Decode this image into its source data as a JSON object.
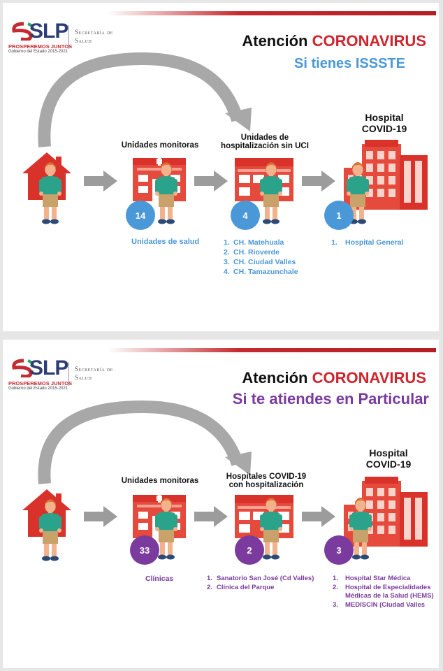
{
  "brand": {
    "logo_text": "SLP",
    "motto": "PROSPEREMOS JUNTOS",
    "government": "Gobierno del Estado 2015-2021",
    "department": "Secretaría de Salud"
  },
  "colors": {
    "red": "#d0242d",
    "blue": "#4a98d8",
    "purple": "#7a3a9e",
    "arrow_gray": "#9c9c9c"
  },
  "panels": [
    {
      "title_prefix": "Atención",
      "title_accent": "CORONAVIRUS",
      "subtitle": "Si tienes ISSSTE",
      "accent_color": "#4a98d8",
      "col1_label": "Unidades monitoras",
      "col1_count": "14",
      "col1_caption": "Unidades de salud",
      "col2_label": "Unidades de hospitalización sin UCI",
      "col2_label_line1": "Unidades de",
      "col2_label_line2": "hospitalización sin UCI",
      "col2_count": "4",
      "col2_items": [
        "CH. Matehuala",
        "CH. Rioverde",
        "CH. Ciudad Valles",
        "CH. Tamazunchale"
      ],
      "col3_label_line1": "Hospital",
      "col3_label_line2": "COVID-19",
      "col3_count": "1",
      "col3_items": [
        "Hospital General"
      ]
    },
    {
      "title_prefix": "Atención",
      "title_accent": "CORONAVIRUS",
      "subtitle": "Si te atiendes en Particular",
      "accent_color": "#7a3a9e",
      "col1_label": "Unidades monitoras",
      "col1_count": "33",
      "col1_caption": "Clínicas",
      "col2_label_line1": "Hospitales COVID-19",
      "col2_label_line2": "con hospitalización",
      "col2_count": "2",
      "col2_items": [
        "Sanatorio  San José (Cd Valles)",
        "Clínica del Parque"
      ],
      "col3_label_line1": "Hospital",
      "col3_label_line2": "COVID-19",
      "col3_count": "3",
      "col3_items": [
        "Hospital Star Médica",
        "Hospital de Especialidades Médicas de la Salud (HEMS)",
        "MEDISCIN (Ciudad Valles"
      ]
    }
  ]
}
